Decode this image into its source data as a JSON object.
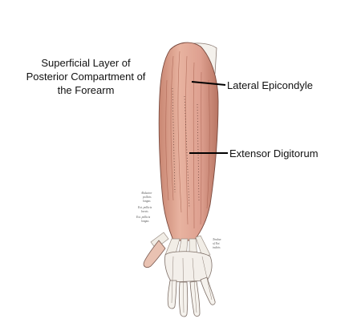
{
  "title_lines": [
    "Superficial Layer of",
    "Posterior Compartment of",
    "the Forearm"
  ],
  "labels": {
    "lateral_epicondyle": "Lateral Epicondyle",
    "extensor_digitorum": "Extensor Digitorum"
  },
  "colors": {
    "muscle": "#e3ab97",
    "muscle_shadow": "#b5725f",
    "tendon": "#f2eee8",
    "bone": "#f6f3ee",
    "line": "#6a4a40",
    "pointer": "#000000"
  }
}
